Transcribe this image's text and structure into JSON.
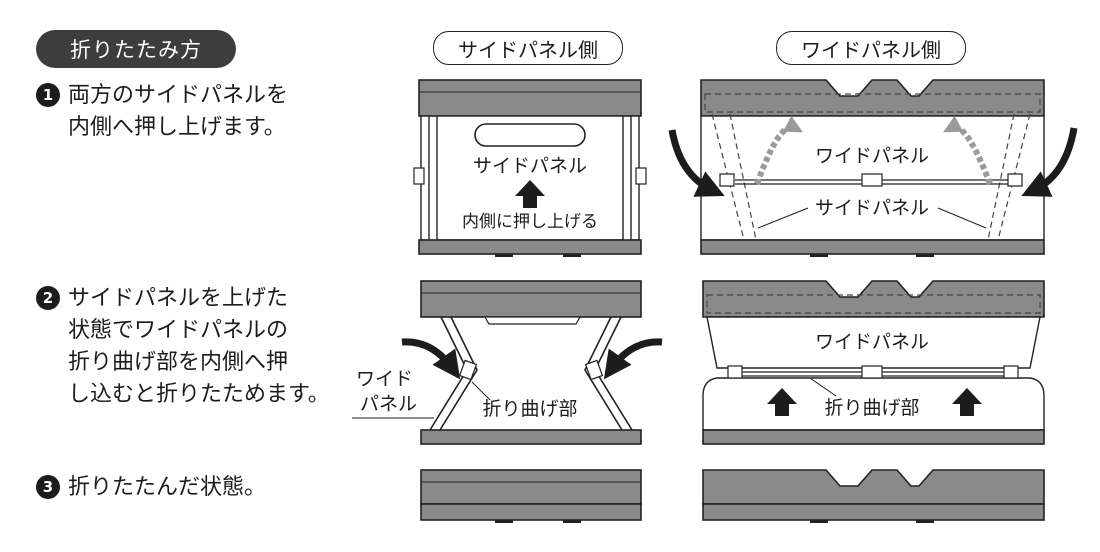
{
  "title": "折りたたみ方",
  "columns": {
    "side": "サイドパネル側",
    "wide": "ワイドパネル側"
  },
  "steps": [
    {
      "number": "1",
      "lines": [
        "両方のサイドパネルを",
        "内側へ押し上げます。"
      ]
    },
    {
      "number": "2",
      "lines": [
        "サイドパネルを上げた",
        "状態でワイドパネルの",
        "折り曲げ部を内側へ押",
        "し込むと折りたためます。"
      ]
    },
    {
      "number": "3",
      "lines": [
        "折りたたんだ状態。"
      ]
    }
  ],
  "labels": {
    "side_panel": "サイドパネル",
    "push_up": "内側に押し上げる",
    "wide_panel": "ワイドパネル",
    "side_panel_2": "サイドパネル",
    "wide_line1": "ワイド",
    "wide_line2": "パネル",
    "fold_part": "折り曲げ部",
    "wide_panel_2": "ワイドパネル",
    "fold_part_2": "折り曲げ部"
  },
  "colors": {
    "panel_fill": "#8a8a8a",
    "outline": "#222222",
    "dashed_arrow": "#9a9a9a",
    "pill_bg": "#3d3d3d"
  }
}
